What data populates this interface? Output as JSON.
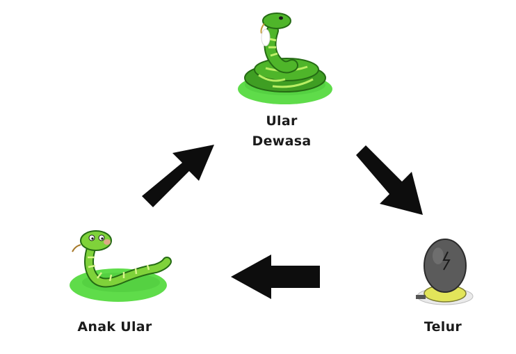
{
  "diagram": {
    "stages": [
      {
        "id": "adult",
        "line1": "Ular",
        "line2": "Dewasa",
        "icon": "adult-snake-icon"
      },
      {
        "id": "egg",
        "line1": "Telur",
        "icon": "snake-egg-icon"
      },
      {
        "id": "young",
        "line1": "Anak Ular",
        "icon": "baby-snake-icon"
      }
    ],
    "flow": [
      "Ular Dewasa",
      "Telur",
      "Anak Ular",
      "Ular Dewasa"
    ],
    "colors": {
      "snake_dark": "#2f8f1e",
      "snake_light": "#7fd23a",
      "grass": "#5fdc4a",
      "arrow": "#0d0d0d",
      "egg": "#5b5b5b",
      "egg_ring": "#e2e55a"
    }
  }
}
